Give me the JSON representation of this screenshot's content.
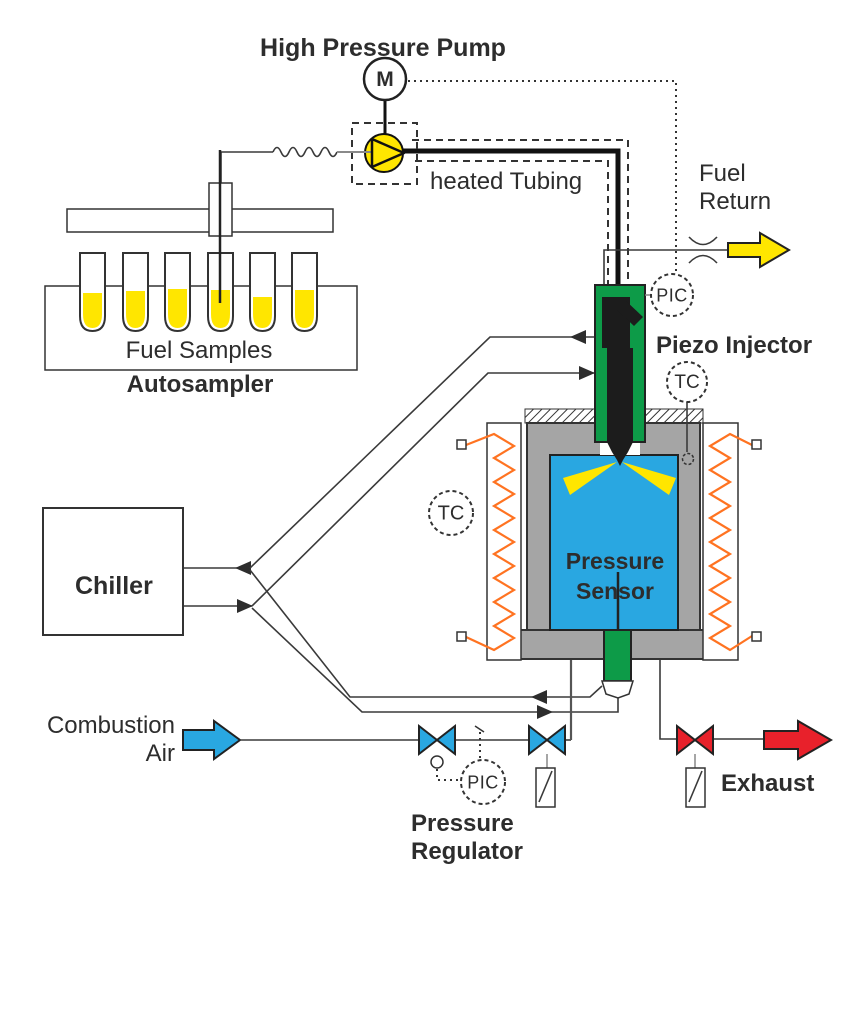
{
  "diagram": {
    "title": "Fuel injection combustion test rig schematic",
    "labels": {
      "high_pressure_pump": "High Pressure Pump",
      "heated_tubing": "heated Tubing",
      "fuel_return": "Fuel\nReturn",
      "piezo_injector": "Piezo Injector",
      "fuel_samples": "Fuel Samples",
      "autosampler": "Autosampler",
      "chiller": "Chiller",
      "pressure_sensor": "Pressure\nSensor",
      "combustion_air": "Combustion\nAir",
      "pressure_regulator": "Pressure\nRegulator",
      "exhaust": "Exhaust"
    },
    "instruments": {
      "motor": "M",
      "pic_fuel": "PIC",
      "tc_top": "TC",
      "tc_side": "TC",
      "pic_air": "PIC"
    },
    "colors": {
      "fuel_yellow": "#FFE600",
      "injector_green": "#0D9B48",
      "chamber_blue": "#29A7E1",
      "wall_gray": "#A5A5A5",
      "heater_orange": "#FF7321",
      "exhaust_red": "#E8212B",
      "air_blue": "#29A7E1",
      "line_dark": "#2E2E2E"
    }
  }
}
